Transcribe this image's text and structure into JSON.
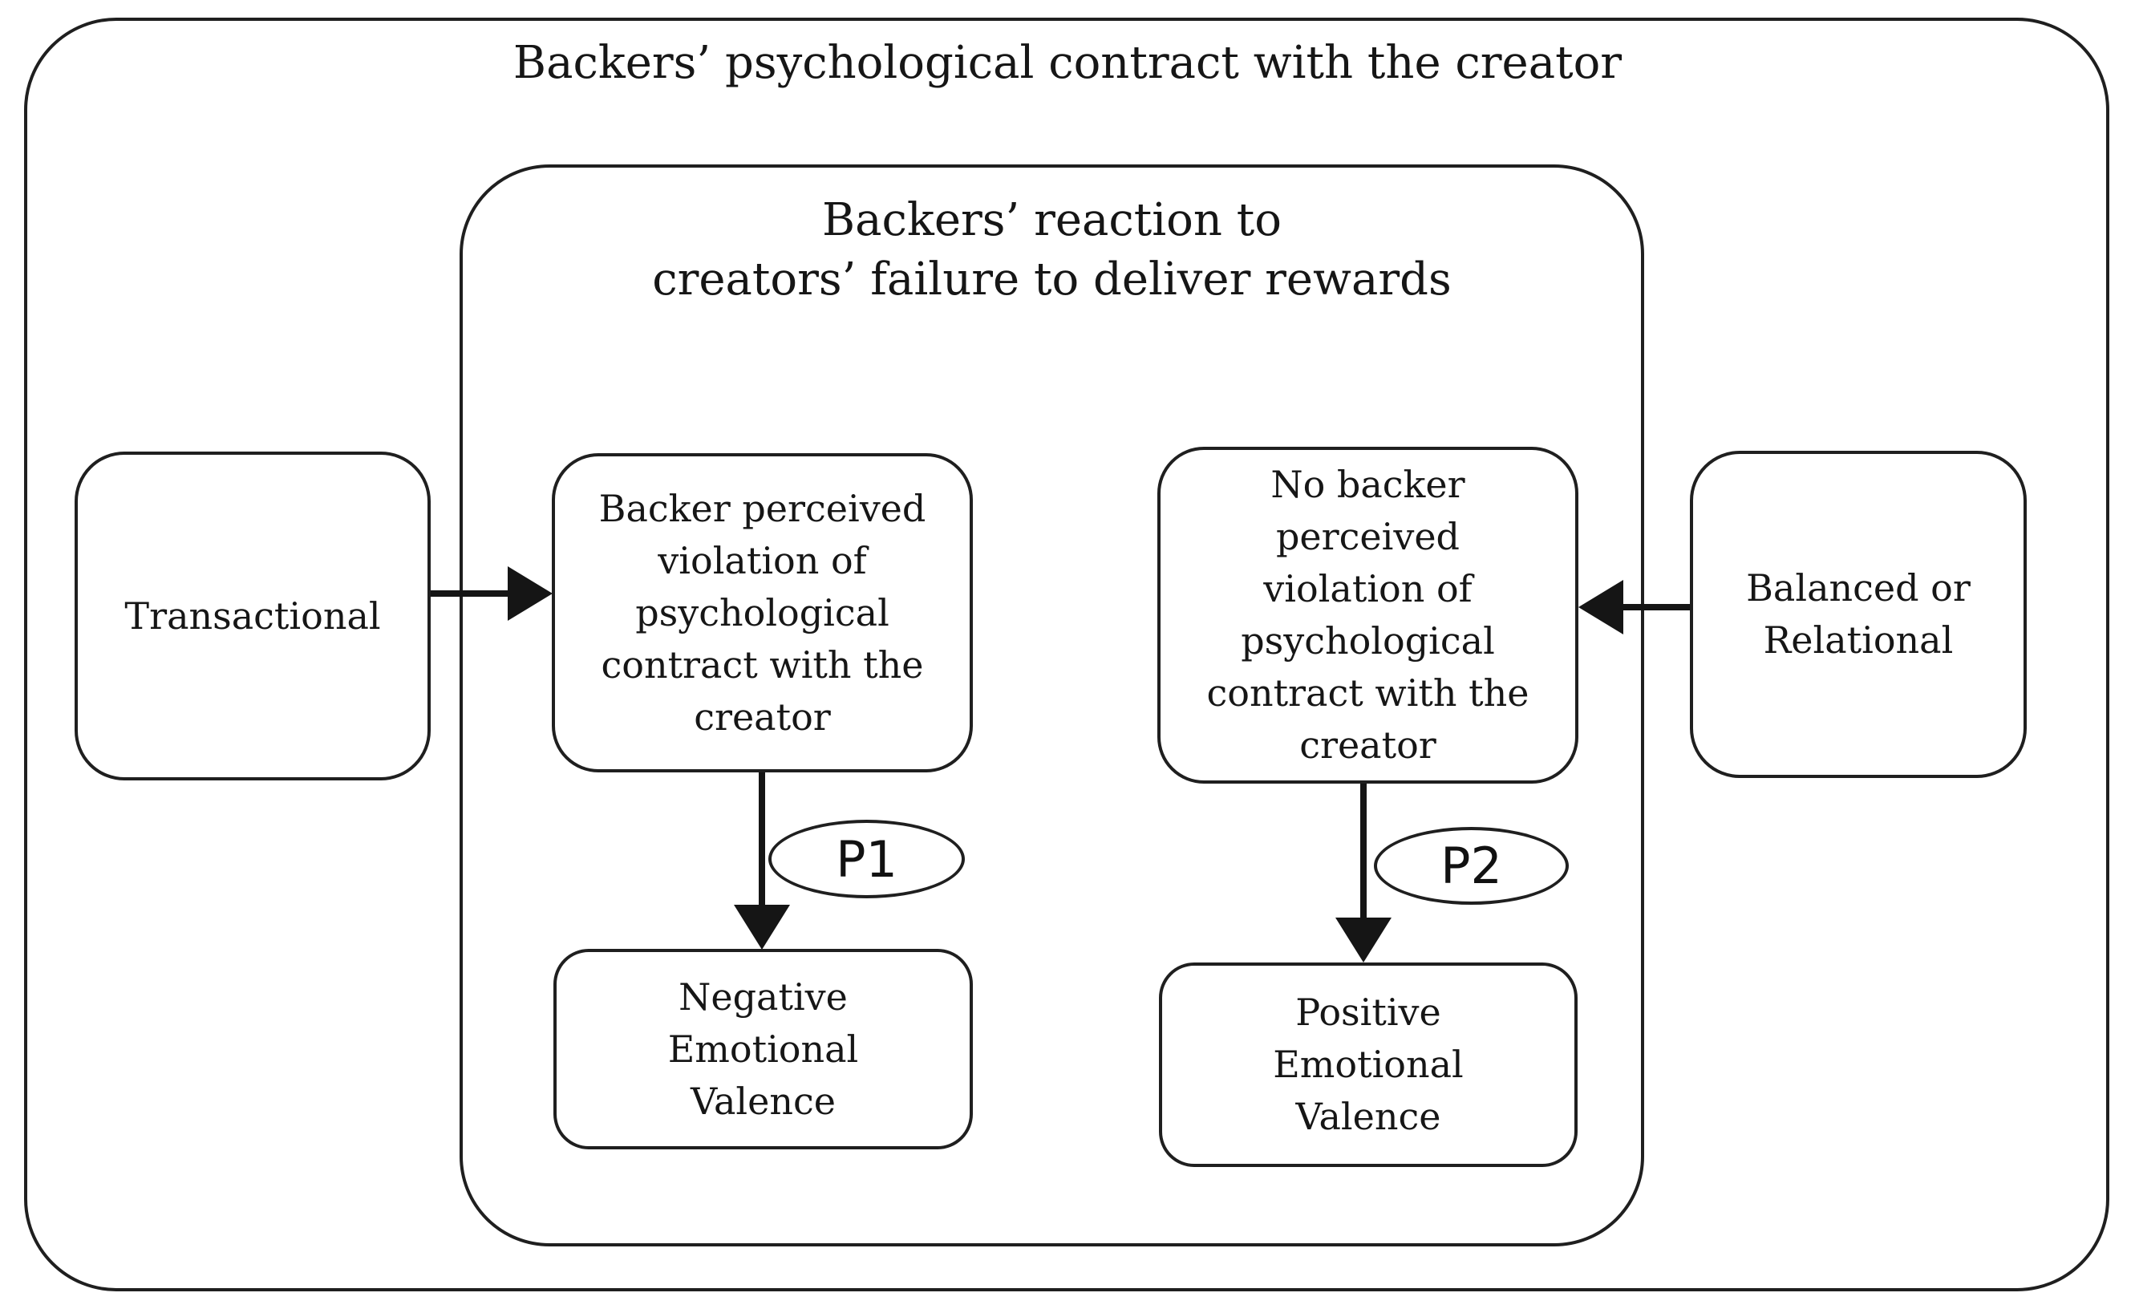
{
  "diagram": {
    "outer_title": "Backers’ psychological contract with the creator",
    "inner_title": "Backers’ reaction to\ncreators’ failure to deliver rewards",
    "nodes": {
      "transactional": "Transactional",
      "violation": "Backer perceived\nviolation of\npsychological\ncontract with the\ncreator",
      "no_violation": "No backer\nperceived\nviolation of\npsychological\ncontract with the\ncreator",
      "balanced": "Balanced or\nRelational",
      "negative_valence": "Negative\nEmotional\nValence",
      "positive_valence": "Positive\nEmotional\nValence"
    },
    "propositions": {
      "p1": "P1",
      "p2": "P2"
    },
    "colors": {
      "line": "#1f1f1f",
      "text": "#161616",
      "background": "#ffffff"
    }
  }
}
